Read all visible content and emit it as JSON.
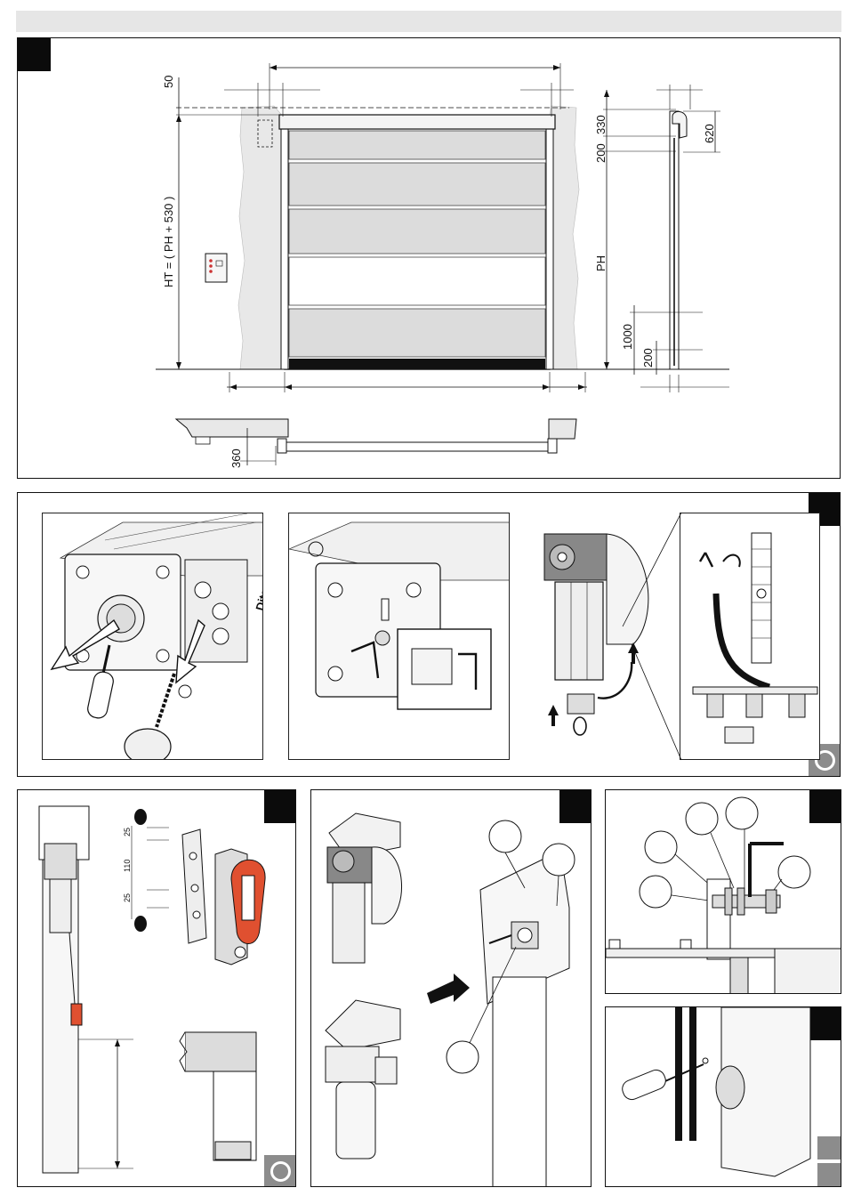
{
  "dimensions": {
    "d50": "50",
    "ht_formula": "HT = ( PH + 530 )",
    "d330": "330",
    "d620": "620",
    "d200_top": "200",
    "ph": "PH",
    "d1000": "1000",
    "d200_bottom": "200",
    "d360": "360",
    "d25_top": "25",
    "d110": "110",
    "d25_bottom": "25"
  },
  "labels": {
    "brand": "Dites"
  },
  "colors": {
    "frame": "#111111",
    "wall": "#e8e8e8",
    "curtain": "#dcdcdc",
    "marker": "#0b0b0b",
    "tab": "#8c8c8c",
    "handle": "#e05030"
  },
  "icons": {
    "step_marker": "black-square-marker-icon",
    "note": "circle-note-icon",
    "arrow": "push-arrow-icon"
  }
}
